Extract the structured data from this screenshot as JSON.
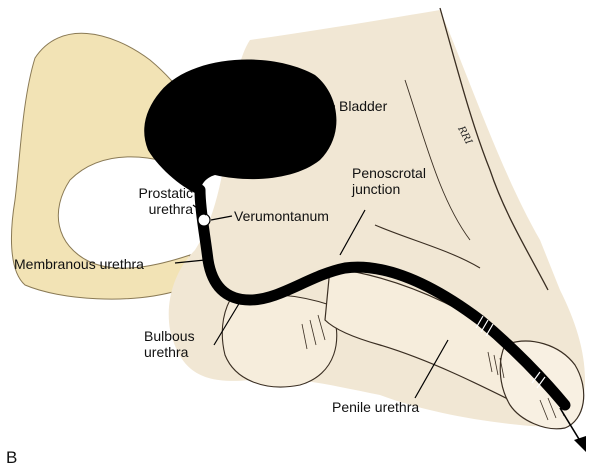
{
  "figure": {
    "panel_letter": "B",
    "signature": "RRI"
  },
  "labels": {
    "bladder": "Bladder",
    "prostatic_urethra": [
      "Prostatic",
      "urethra"
    ],
    "verumontanum": "Verumontanum",
    "penoscrotal_junction": [
      "Penoscrotal",
      "junction"
    ],
    "membranous_urethra": "Membranous urethra",
    "bulbous_urethra": [
      "Bulbous",
      "urethra"
    ],
    "penile_urethra": "Penile urethra"
  },
  "colors": {
    "bone": "#f2e3b5",
    "skin": "#f1e7d4",
    "lumen": "#000000",
    "outline": "#3a2e22"
  }
}
